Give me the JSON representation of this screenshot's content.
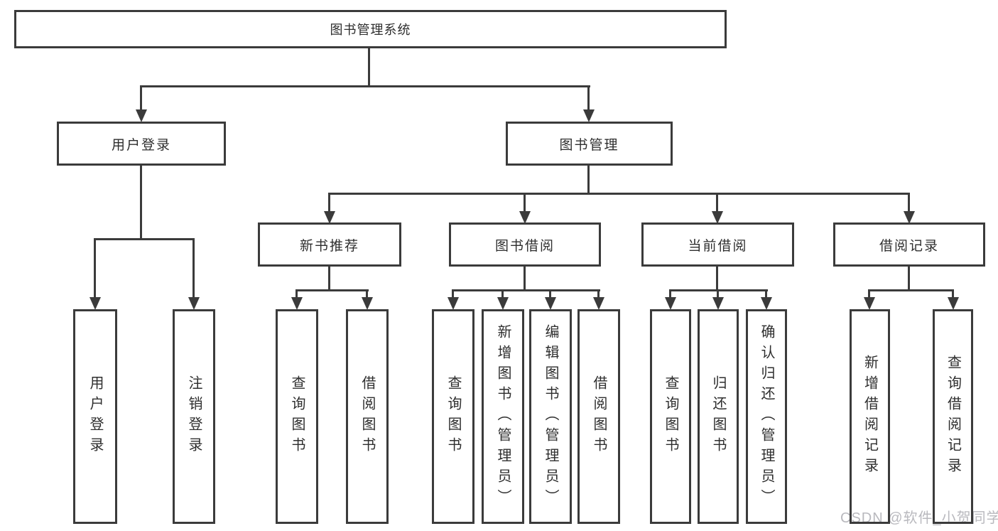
{
  "tree": {
    "root": {
      "label": "图书管理系统",
      "children": [
        {
          "label": "用户登录",
          "children": [
            {
              "label": "用户登录"
            },
            {
              "label": "注销登录"
            }
          ]
        },
        {
          "label": "图书管理",
          "children": [
            {
              "label": "新书推荐",
              "children": [
                {
                  "label": "查询图书"
                },
                {
                  "label": "借阅图书"
                }
              ]
            },
            {
              "label": "图书借阅",
              "children": [
                {
                  "label": "查询图书"
                },
                {
                  "label": "新增图书（管理员）"
                },
                {
                  "label": "编辑图书（管理员）"
                },
                {
                  "label": "借阅图书"
                }
              ]
            },
            {
              "label": "当前借阅",
              "children": [
                {
                  "label": "查询图书"
                },
                {
                  "label": "归还图书"
                },
                {
                  "label": "确认归还（管理员）"
                }
              ]
            },
            {
              "label": "借阅记录",
              "children": [
                {
                  "label": "新增借阅记录"
                },
                {
                  "label": "查询借阅记录"
                }
              ]
            }
          ]
        }
      ]
    }
  },
  "watermark": {
    "text": "CSDN @软件_小贺同学"
  },
  "colors": {
    "line": "#3b3b3b",
    "text": "#2e2e2e",
    "watermark": "#b9b9be",
    "background": "#ffffff"
  }
}
